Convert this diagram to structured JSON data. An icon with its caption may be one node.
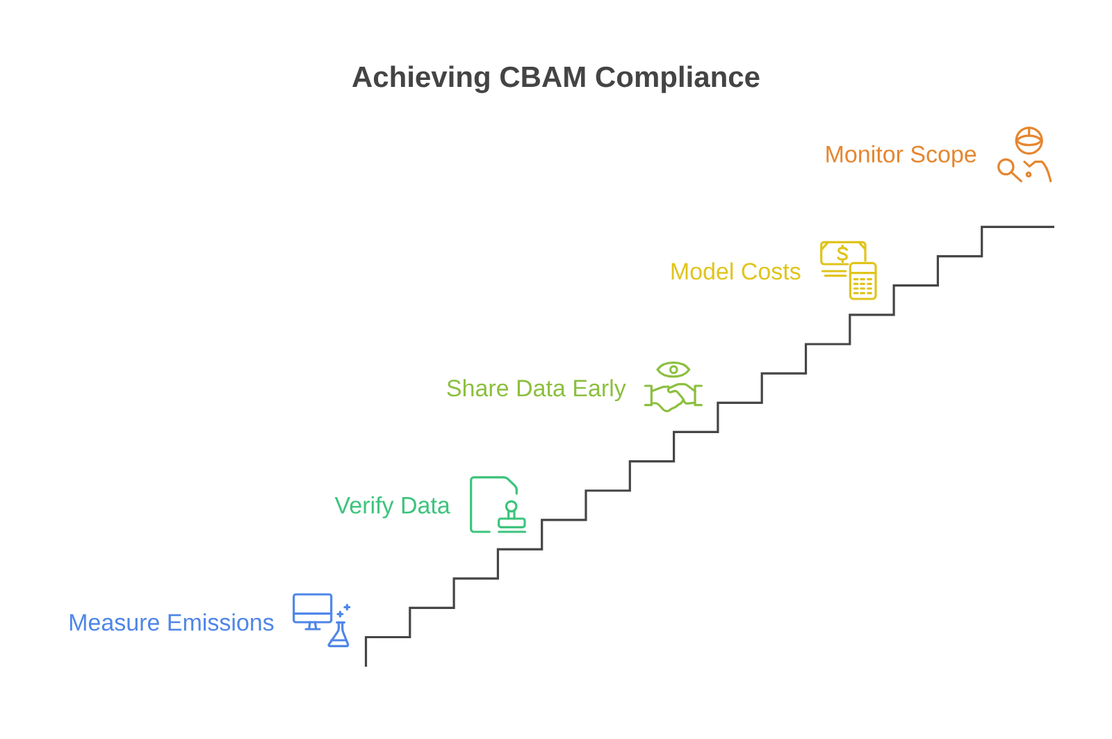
{
  "diagram": {
    "title": "Achieving CBAM Compliance",
    "labels": [
      "Measure Emissions",
      "Verify Data",
      "Share Data Early",
      "Model Costs",
      "Monitor Scope"
    ]
  }
}
